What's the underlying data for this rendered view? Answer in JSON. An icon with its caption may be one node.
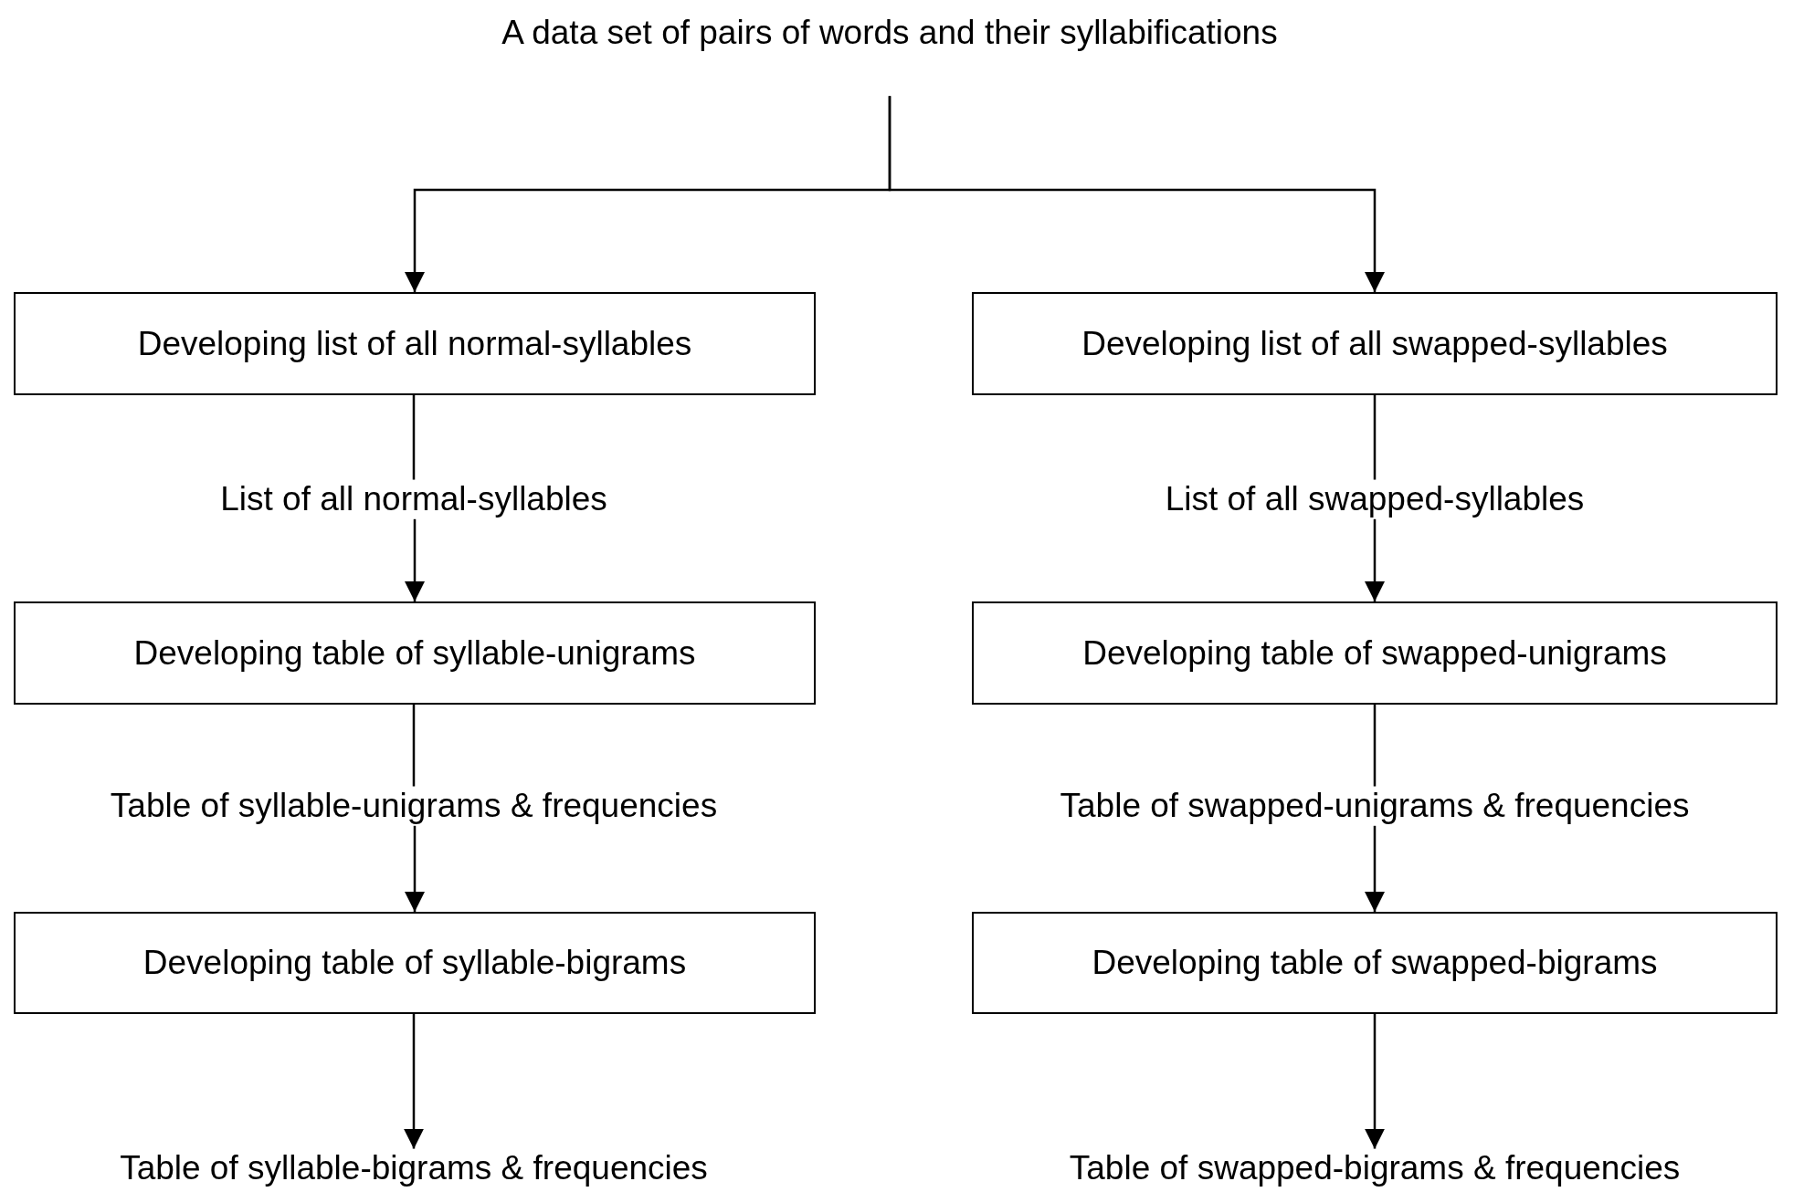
{
  "diagram": {
    "nodes": [
      {
        "text": [
          "A data set of pairs of words and their syllabifications"
        ]
      },
      {
        "text": [
          "Developing list of all normal-syllables"
        ]
      },
      {
        "text": [
          "Developing list of all swapped-syllables"
        ]
      },
      {
        "text": [
          "List of all normal-syllables"
        ]
      },
      {
        "text": [
          "List of all swapped-syllables"
        ]
      },
      {
        "text": [
          "Developing table of syllable-unigrams"
        ]
      },
      {
        "text": [
          "Developing table of swapped-unigrams"
        ]
      },
      {
        "text": [
          "Table of syllable-unigrams & frequencies"
        ]
      },
      {
        "text": [
          "Table of swapped-unigrams & frequencies"
        ]
      },
      {
        "text": [
          "Developing table of syllable-bigrams"
        ]
      },
      {
        "text": [
          "Developing table of swapped-bigrams"
        ]
      },
      {
        "text": [
          "Table of syllable-bigrams & frequencies"
        ]
      },
      {
        "text": [
          "Table of swapped-bigrams & frequencies"
        ]
      }
    ],
    "edges": [
      {
        "from": 0,
        "to": 1,
        "arrow": "to"
      },
      {
        "from": 0,
        "to": 2,
        "arrow": "to"
      },
      {
        "from": 1,
        "to": 3,
        "arrow": "none"
      },
      {
        "from": 2,
        "to": 4,
        "arrow": "none"
      },
      {
        "from": 3,
        "to": 5,
        "arrow": "to"
      },
      {
        "from": 4,
        "to": 6,
        "arrow": "to"
      },
      {
        "from": 5,
        "to": 7,
        "arrow": "none"
      },
      {
        "from": 6,
        "to": 8,
        "arrow": "none"
      },
      {
        "from": 7,
        "to": 9,
        "arrow": "to"
      },
      {
        "from": 8,
        "to": 10,
        "arrow": "to"
      },
      {
        "from": 9,
        "to": 11,
        "arrow": "to"
      },
      {
        "from": 10,
        "to": 12,
        "arrow": "to"
      }
    ]
  }
}
